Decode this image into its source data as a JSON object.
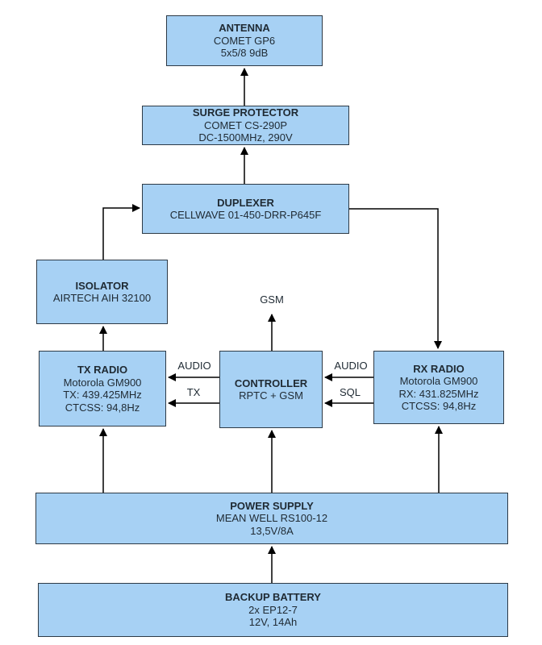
{
  "colors": {
    "box_fill": "#a7d1f4",
    "box_border": "#2d3a46",
    "arrow": "#000000",
    "text": "#1f2a33",
    "background": "#ffffff"
  },
  "nodes": {
    "antenna": {
      "title": "ANTENNA",
      "lines": [
        "COMET GP6",
        "5x5/8 9dB"
      ]
    },
    "surge": {
      "title": "SURGE PROTECTOR",
      "lines": [
        "COMET CS-290P",
        "DC-1500MHz, 290V"
      ]
    },
    "duplexer": {
      "title": "DUPLEXER",
      "lines": [
        "CELLWAVE 01-450-DRR-P645F"
      ]
    },
    "isolator": {
      "title": "ISOLATOR",
      "lines": [
        "AIRTECH AIH 32100"
      ]
    },
    "tx_radio": {
      "title": "TX RADIO",
      "lines": [
        "Motorola GM900",
        "TX: 439.425MHz",
        "CTCSS: 94,8Hz"
      ]
    },
    "controller": {
      "title": "CONTROLLER",
      "lines": [
        "RPTC + GSM"
      ]
    },
    "rx_radio": {
      "title": "RX RADIO",
      "lines": [
        "Motorola GM900",
        "RX: 431.825MHz",
        "CTCSS: 94,8Hz"
      ]
    },
    "power": {
      "title": "POWER SUPPLY",
      "lines": [
        "MEAN WELL RS100-12",
        "13,5V/8A"
      ]
    },
    "battery": {
      "title": "BACKUP BATTERY",
      "lines": [
        "2x EP12-7",
        "12V, 14Ah"
      ]
    }
  },
  "edge_labels": {
    "gsm": "GSM",
    "controller_to_tx_audio": "AUDIO",
    "controller_to_tx_ptt": "TX",
    "rx_to_controller_audio": "AUDIO",
    "rx_to_controller_sql": "SQL"
  }
}
